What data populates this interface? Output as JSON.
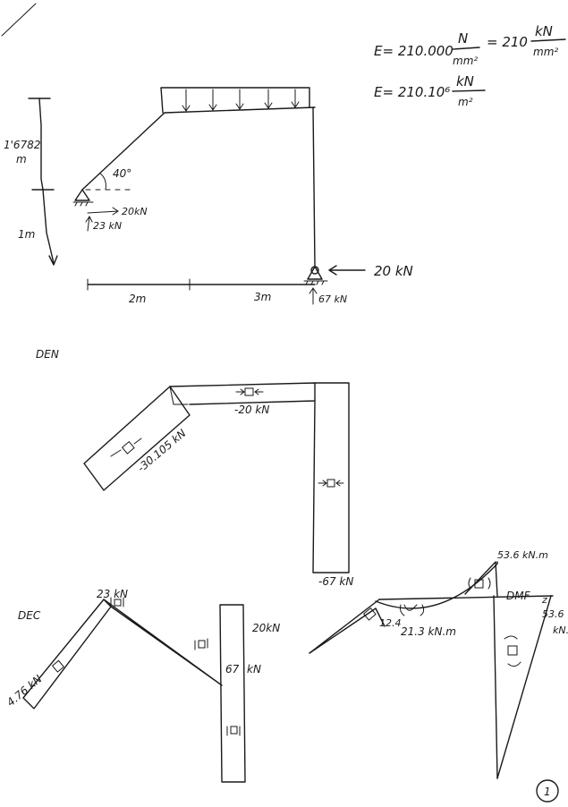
{
  "header": {
    "e1_left": "E= 210.000",
    "e1_unit_num": "N",
    "e1_unit_den": "mm²",
    "e1_eq": "= 210",
    "e1_unit2_num": "kN",
    "e1_unit2_den": "mm²",
    "e2_left": "E= 210.10⁶",
    "e2_unit_num": "kN",
    "e2_unit_den": "m²"
  },
  "structure": {
    "height_upper_val": "1'6782",
    "height_upper_unit": "m",
    "height_lower": "1m",
    "angle": "40°",
    "left_horizontal": "20kN",
    "left_vertical": "23 kN",
    "right_horizontal": "20 kN",
    "right_vertical": "67 kN",
    "span_left": "2m",
    "span_right": "3m"
  },
  "den": {
    "title": "DEN",
    "inclined_value": "-30.105 kN",
    "top_value": "-20 kN",
    "column_value": "-67 kN"
  },
  "dec": {
    "title": "DEC",
    "top_value": "23 kN",
    "inclined_value": "4.76 kN",
    "right_top_value": "20kN",
    "column_value": "67",
    "column_unit": "kN"
  },
  "dmf": {
    "title": "DMF",
    "title_sub": "z",
    "top_value": "53.6 kN.m",
    "right_value": "53.6",
    "right_unit": "kN.m",
    "beam_value": "21.3 kN.m",
    "node_value": "12.4"
  },
  "page_number": "1"
}
